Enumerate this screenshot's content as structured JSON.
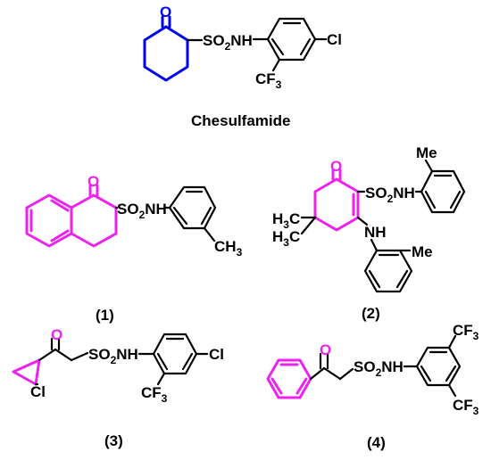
{
  "title": "Chesulfamide",
  "labels": [
    "(1)",
    "(2)",
    "(3)",
    "(4)"
  ],
  "atoms": {
    "O": "O",
    "SO": "SO",
    "two": "2",
    "three": "3",
    "NH": "NH",
    "Cl": "Cl",
    "CF": "CF",
    "CH": "CH",
    "H": "H",
    "C": "C",
    "Me": "Me"
  },
  "colors": {
    "highlight_chesulfamide": "#0000ee",
    "highlight_analogs": "#ee22ee",
    "bond": "#000000"
  }
}
